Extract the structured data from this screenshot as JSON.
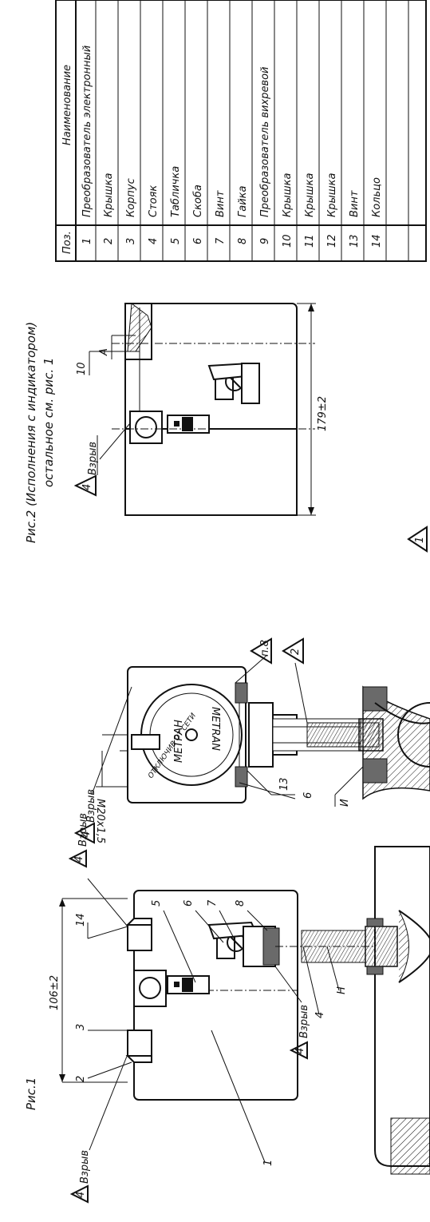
{
  "table": {
    "header": {
      "pos": "Поз.",
      "name": "Наименование"
    },
    "rows": [
      {
        "pos": "1",
        "name": "Преобразователь электронный"
      },
      {
        "pos": "2",
        "name": "Крышка"
      },
      {
        "pos": "3",
        "name": "Корпус"
      },
      {
        "pos": "4",
        "name": "Стояк"
      },
      {
        "pos": "5",
        "name": "Табличка"
      },
      {
        "pos": "6",
        "name": "Скоба"
      },
      {
        "pos": "7",
        "name": "Винт"
      },
      {
        "pos": "8",
        "name": "Гайка"
      },
      {
        "pos": "9",
        "name": "Преобразователь вихревой"
      },
      {
        "pos": "10",
        "name": "Крышка"
      },
      {
        "pos": "11",
        "name": "Крышка"
      },
      {
        "pos": "12",
        "name": "Крышка"
      },
      {
        "pos": "13",
        "name": "Винт"
      },
      {
        "pos": "14",
        "name": "Кольцо"
      }
    ]
  },
  "fig2": {
    "title_line1": "Рис.2 (Исполнения с индикатором)",
    "title_line2": "остальное см. рис. 1",
    "dim": "179±2",
    "callout_10": "10",
    "callout_A": "А",
    "explosion_label": "Взрыв",
    "explosion_num": "4"
  },
  "fig_mid": {
    "logo_left": "МЕТРАН",
    "logo_right": "METRAN",
    "ring_text": "ОТКЛЮЧИВ ОТ СЕТИ",
    "thread": "М20х1,5",
    "callout_13": "13",
    "callout_6": "6",
    "callout_I": "И",
    "ref_p8": "п.8",
    "triangle_2": "2",
    "triangle_1": "1",
    "explosion_label": "Взрыв",
    "explosion_num": "4"
  },
  "fig1": {
    "title": "Рис.1",
    "dim": "106±2",
    "callouts": [
      "14",
      "3",
      "2",
      "5",
      "6",
      "7",
      "8",
      "1",
      "4",
      "Н"
    ],
    "explosion_label": "Взрыв",
    "explosion_num": "4"
  }
}
